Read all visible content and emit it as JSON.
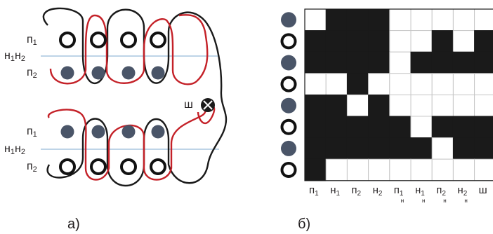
{
  "panel_a": {
    "caption": "а)",
    "top_group": {
      "row1_label": "п",
      "row1_sub": "1",
      "mid_label": "н",
      "mid_sub1": "1",
      "mid_label2": "н",
      "mid_sub2": "2",
      "row2_label": "п",
      "row2_sub": "2"
    },
    "bottom_group": {
      "row1_label": "п",
      "row1_sub": "1",
      "mid_label": "н",
      "mid_sub1": "1",
      "mid_label2": "н",
      "mid_sub2": "2",
      "row2_label": "п",
      "row2_sub": "2"
    },
    "selvedge_label": "ш",
    "colors": {
      "warp_red": "#c42128",
      "warp_black": "#1a1a1a",
      "weft_line": "#a9c6df",
      "filled_circle": "#4a5568"
    }
  },
  "panel_b": {
    "caption": "б)",
    "rows": [
      {
        "marker": "filled",
        "cells": [
          0,
          1,
          1,
          1,
          0,
          0,
          0,
          0,
          0
        ]
      },
      {
        "marker": "open",
        "cells": [
          1,
          1,
          1,
          1,
          0,
          0,
          1,
          0,
          1
        ]
      },
      {
        "marker": "filled",
        "cells": [
          1,
          1,
          1,
          1,
          0,
          1,
          1,
          1,
          1
        ]
      },
      {
        "marker": "open",
        "cells": [
          0,
          0,
          1,
          0,
          0,
          0,
          0,
          0,
          0
        ]
      },
      {
        "marker": "filled",
        "cells": [
          1,
          1,
          0,
          1,
          0,
          0,
          0,
          0,
          0
        ]
      },
      {
        "marker": "open",
        "cells": [
          1,
          1,
          1,
          1,
          1,
          0,
          1,
          1,
          1
        ]
      },
      {
        "marker": "filled",
        "cells": [
          1,
          1,
          1,
          1,
          1,
          1,
          0,
          1,
          1
        ]
      },
      {
        "marker": "open",
        "cells": [
          1,
          0,
          0,
          0,
          0,
          0,
          0,
          0,
          0
        ]
      }
    ],
    "columns": [
      {
        "label": "п",
        "sub": "1",
        "mark": ""
      },
      {
        "label": "н",
        "sub": "1",
        "mark": ""
      },
      {
        "label": "п",
        "sub": "2",
        "mark": ""
      },
      {
        "label": "н",
        "sub": "2",
        "mark": ""
      },
      {
        "label": "п",
        "sub": "1",
        "mark": "н"
      },
      {
        "label": "н",
        "sub": "1",
        "mark": "н"
      },
      {
        "label": "п",
        "sub": "2",
        "mark": "н"
      },
      {
        "label": "н",
        "sub": "2",
        "mark": "н"
      },
      {
        "label": "ш",
        "sub": "",
        "mark": ""
      }
    ],
    "colors": {
      "fill": "#1a1a1a",
      "empty": "#ffffff",
      "grid": "#c8c8c8",
      "marker": "#4a5568"
    }
  }
}
